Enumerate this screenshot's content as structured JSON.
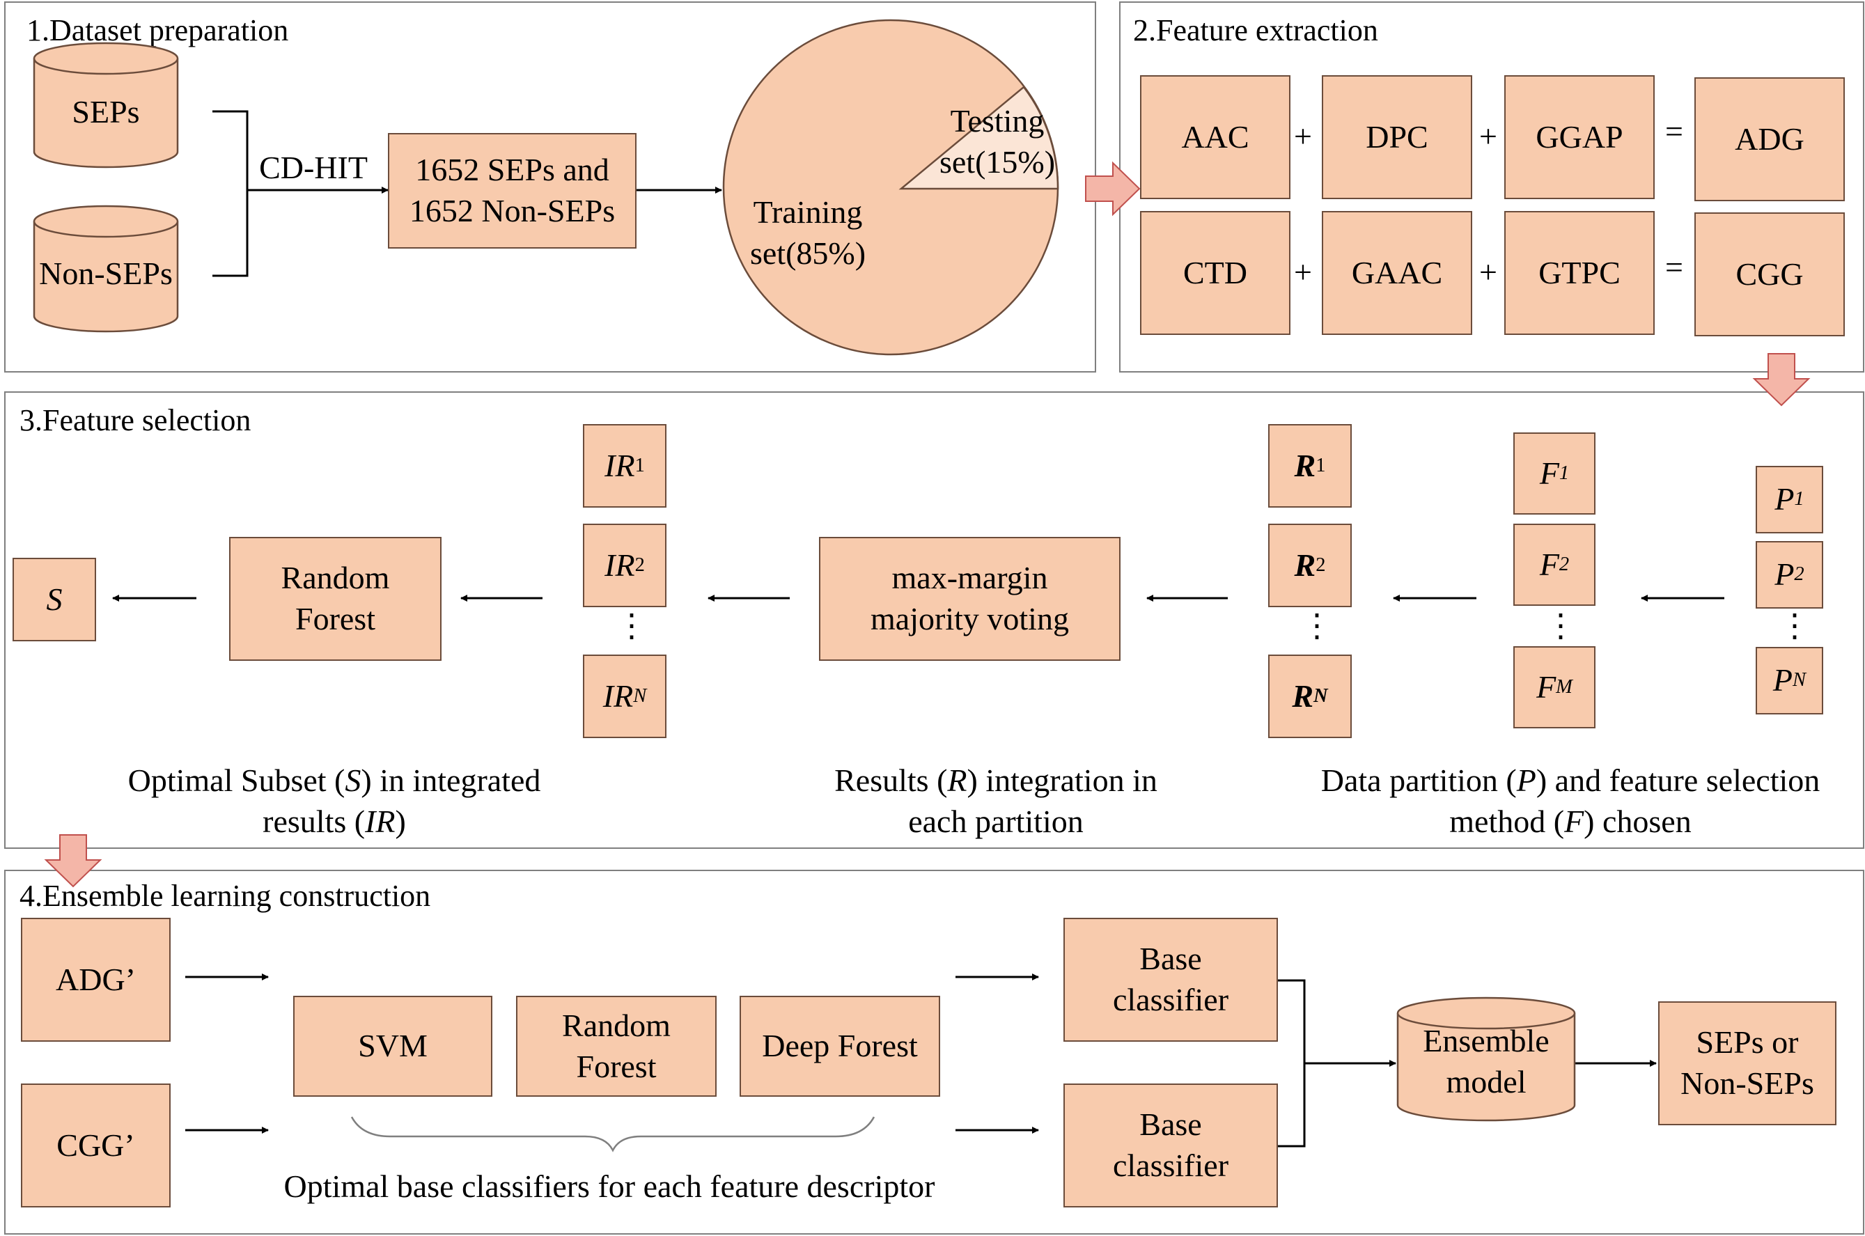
{
  "panel1": {
    "title": "1.Dataset preparation",
    "seps": "SEPs",
    "non_seps": "Non-SEPs",
    "cdhit": "CD-HIT",
    "dataset_line1": "1652 SEPs and",
    "dataset_line2": "1652 Non-SEPs",
    "training_line1": "Training",
    "training_line2": "set(85%)",
    "testing_line1": "Testing",
    "testing_line2": "set(15%)",
    "pie_share": {
      "training": 85,
      "testing": 15
    }
  },
  "panel2": {
    "title": "2.Feature extraction",
    "row1": [
      "AAC",
      "DPC",
      "GGAP",
      "ADG"
    ],
    "row2": [
      "CTD",
      "GAAC",
      "GTPC",
      "CGG"
    ],
    "plus": "+",
    "equals": "="
  },
  "panel3": {
    "title": "3.Feature selection",
    "s_label": "S",
    "rf_line1": "Random",
    "rf_line2": "Forest",
    "ir_base": "IR",
    "ir_subs": [
      "1",
      "2",
      "N"
    ],
    "mm_line1": "max-margin",
    "mm_line2": "majority voting",
    "r_base": "R",
    "r_subs": [
      "1",
      "2",
      "N"
    ],
    "f_base": "F",
    "f_subs": [
      "1",
      "2",
      "M"
    ],
    "p_base": "P",
    "p_subs": [
      "1",
      "2",
      "N"
    ],
    "dots": "⋮",
    "cap1_a": "Optimal Subset (",
    "cap1_s": "S",
    "cap1_b": ") in integrated",
    "cap1_c": "results (",
    "cap1_ir": "IR",
    "cap1_d": ")",
    "cap2_a": "Results (",
    "cap2_r": "R",
    "cap2_b": ") integration in",
    "cap2_c": "each partition",
    "cap3_a": "Data partition (",
    "cap3_p": "P",
    "cap3_b": ") and feature selection",
    "cap3_c": "method (",
    "cap3_f": "F",
    "cap3_d": ") chosen"
  },
  "panel4": {
    "title": "4.Ensemble learning construction",
    "adg": "ADG’",
    "cgg": "CGG’",
    "svm": "SVM",
    "rf_line1": "Random",
    "rf_line2": "Forest",
    "deep_forest": "Deep Forest",
    "brace_caption": "Optimal base classifiers for each feature descriptor",
    "base_line1": "Base",
    "base_line2": "classifier",
    "ens_line1": "Ensemble",
    "ens_line2": "model",
    "out_line1": "SEPs or",
    "out_line2": "Non-SEPs"
  },
  "colors": {
    "box_fill": "#f8cbad",
    "box_stroke": "#6b4c3b",
    "big_arrow": "#f4b6a8",
    "panel_border": "#7f7f7f"
  }
}
